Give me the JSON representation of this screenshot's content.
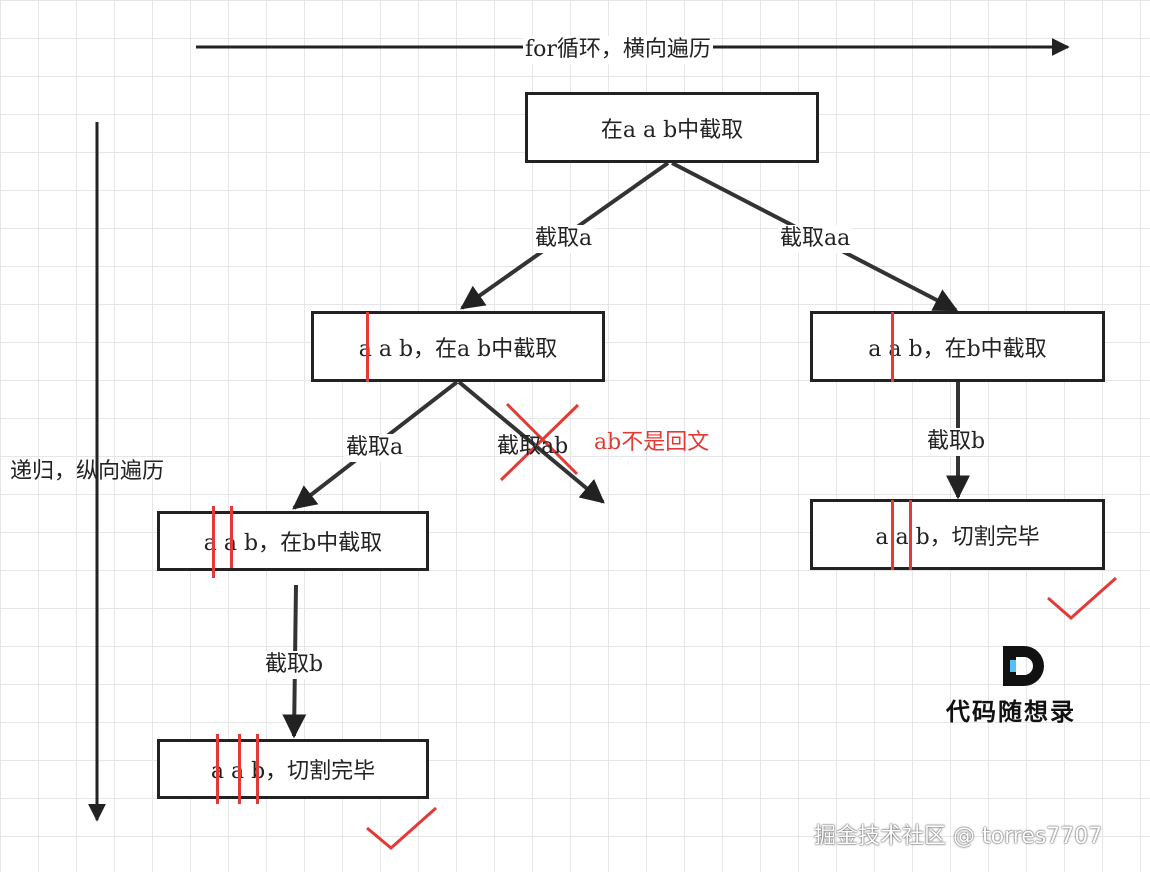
{
  "axes": {
    "horizontal_label": "for循环，横向遍历",
    "vertical_label": "递归，纵向遍历"
  },
  "nodes": {
    "root": "在a a b中截取",
    "left": "a a b，在a b中截取",
    "right": "a a b，在b中截取",
    "left_left": "a a b，在b中截取",
    "right_end": "a a b，切割完毕",
    "left_left_end": "a a b，切割完毕"
  },
  "edges": {
    "root_left": "截取a",
    "root_right": "截取aa",
    "left_left": "截取a",
    "left_invalid": "截取ab",
    "left_invalid_note": "ab不是回文",
    "right_down": "截取b",
    "leftleft_down": "截取b"
  },
  "logo": {
    "text": "代码随想录",
    "mark": "D"
  },
  "watermark": "掘金技术社区 @ torres7707",
  "colors": {
    "stroke": "#222222",
    "cut": "#e53935",
    "check": "#e53935",
    "logo_accent": "#4fc3f7"
  }
}
